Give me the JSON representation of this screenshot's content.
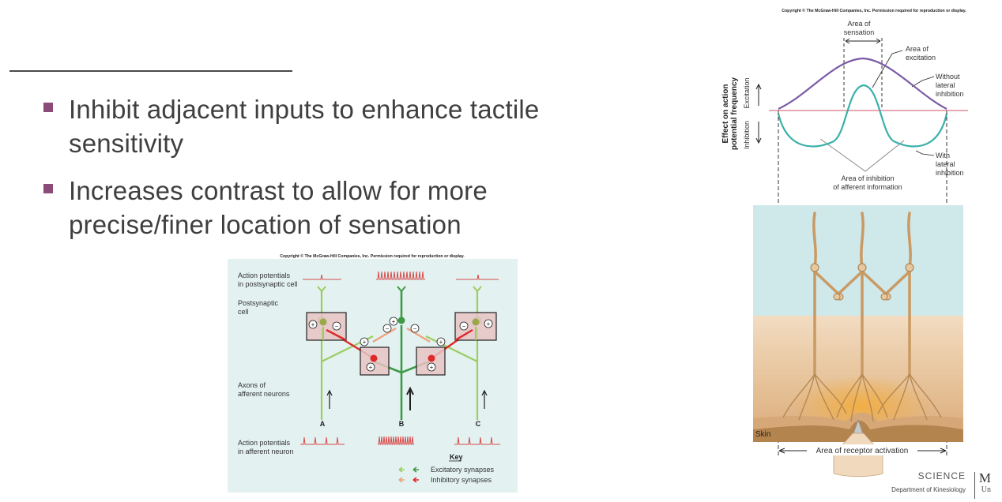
{
  "slide": {
    "bullets": [
      "Inhibit adjacent inputs to enhance tactile sensitivity",
      "Increases contrast to allow for more precise/finer location of sensation"
    ]
  },
  "figure_left": {
    "copyright": "Copyright © The McGraw-Hill Companies, Inc. Permission required for reproduction or display.",
    "label_ap_post": [
      "Action potentials",
      "in postsynaptic cell"
    ],
    "label_post": [
      "Postsynaptic",
      "cell"
    ],
    "label_axons": [
      "Axons of",
      "afferent neurons"
    ],
    "label_ap_aff": [
      "Action potentials",
      "in afferent neuron"
    ],
    "neuron_letters": [
      "A",
      "B",
      "C"
    ],
    "key_title": "Key",
    "key_excit": "Excitatory synapses",
    "key_inhib": "Inhibitory synapses",
    "colors": {
      "bg": "#e3f1f1",
      "excit_light": "#9ccd5f",
      "excit_dark": "#3f9a45",
      "inhib": "#dd2a2a",
      "inhib_light": "#eea27c",
      "box": "#e8c3c3",
      "spike": "#d84a4a"
    }
  },
  "figure_right": {
    "copyright": "Copyright © The McGraw-Hill Companies, Inc. Permission required for reproduction or display.",
    "area_sensation": [
      "Area of",
      "sensation"
    ],
    "area_excitation": [
      "Area of",
      "excitation"
    ],
    "without_lateral": [
      "Without",
      "lateral",
      "inhibition"
    ],
    "with_lateral": [
      "With",
      "lateral",
      "inhibition"
    ],
    "area_inhibition": [
      "Area of inhibition",
      "of afferent information"
    ],
    "axis_title": [
      "Effect on action",
      "potential frequency"
    ],
    "excitation": "Excitation",
    "inhibition": "Inhibition",
    "skin": "Skin",
    "receptor_activation": "Area of receptor activation",
    "colors": {
      "purple": "#7b5aa6",
      "teal": "#3ab0aa",
      "baseline": "#e7a8b4",
      "bg_top": "#cfe8ea",
      "skin": "#e8c9a0",
      "nerve": "#c99a63",
      "glow": "#f3ad3c"
    }
  },
  "logo": {
    "word": "SCIENCE",
    "dept": "Department of Kinesiology",
    "initial": "M",
    "initial2": "Un"
  }
}
